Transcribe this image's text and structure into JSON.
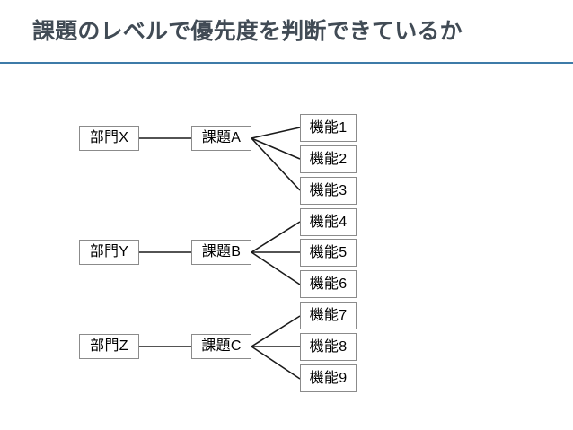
{
  "slide": {
    "title": "課題のレベルで優先度を判断できているか",
    "rule_color": "#3d7ba8",
    "title_color": "#414b55",
    "background_color": "#ffffff"
  },
  "diagram": {
    "type": "tree",
    "node_border_color": "#8b8b8b",
    "connector_color": "#1a1a1a",
    "groups": [
      {
        "department": "部門X",
        "issue": "課題A",
        "functions": [
          "機能1",
          "機能2",
          "機能3"
        ]
      },
      {
        "department": "部門Y",
        "issue": "課題B",
        "functions": [
          "機能4",
          "機能5",
          "機能6"
        ]
      },
      {
        "department": "部門Z",
        "issue": "課題C",
        "functions": [
          "機能7",
          "機能8",
          "機能9"
        ]
      }
    ]
  }
}
